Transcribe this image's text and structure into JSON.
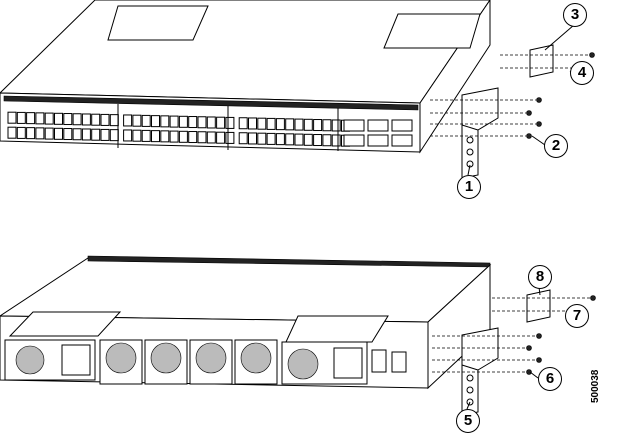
{
  "figure_id": "500038",
  "callouts": [
    "1",
    "2",
    "3",
    "4",
    "5",
    "6",
    "7",
    "8"
  ]
}
